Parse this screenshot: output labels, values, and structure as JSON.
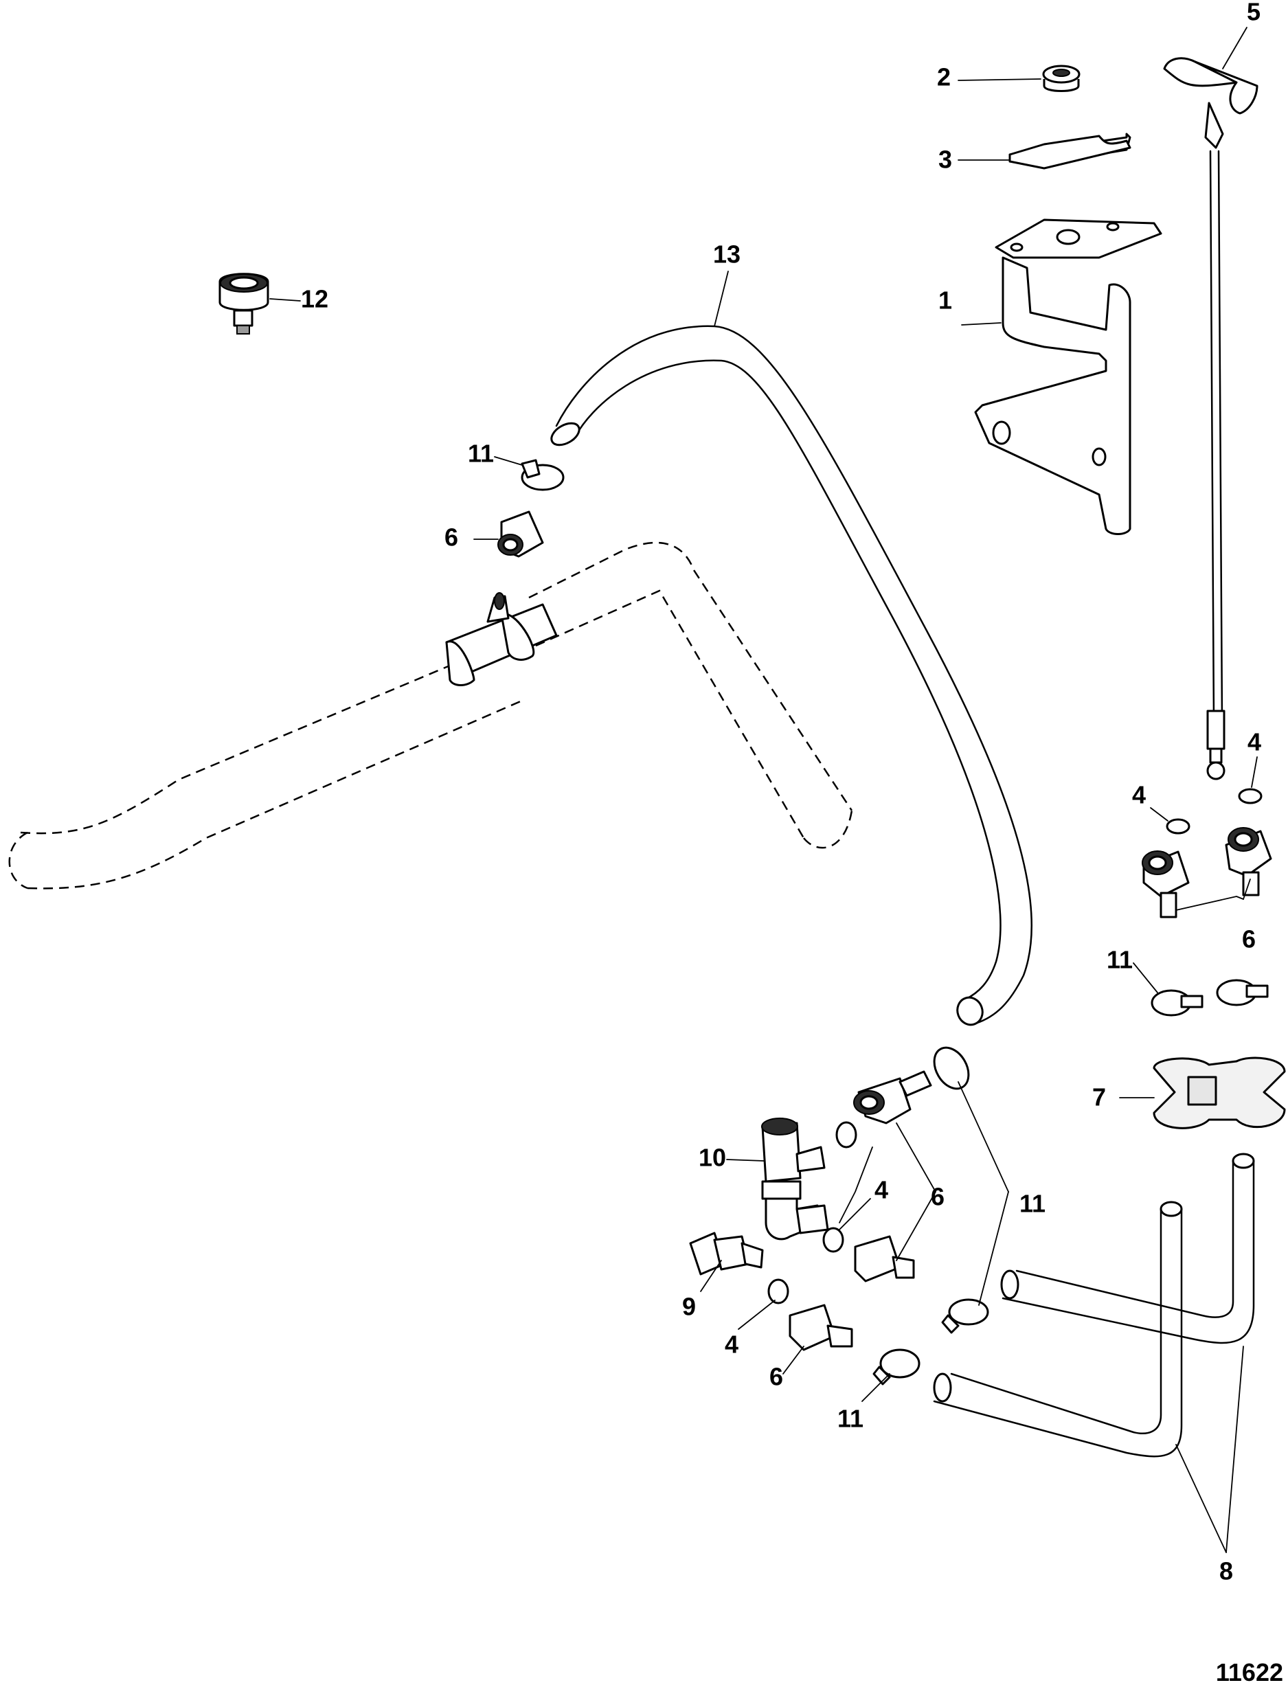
{
  "figure_id": "11622",
  "callouts": [
    {
      "id": "label-1",
      "text": "1"
    },
    {
      "id": "label-2",
      "text": "2"
    },
    {
      "id": "label-3",
      "text": "3"
    },
    {
      "id": "label-4a",
      "text": "4"
    },
    {
      "id": "label-4b",
      "text": "4"
    },
    {
      "id": "label-4c",
      "text": "4"
    },
    {
      "id": "label-4d",
      "text": "4"
    },
    {
      "id": "label-5",
      "text": "5"
    },
    {
      "id": "label-6a",
      "text": "6"
    },
    {
      "id": "label-6b",
      "text": "6"
    },
    {
      "id": "label-6c",
      "text": "6"
    },
    {
      "id": "label-6d",
      "text": "6"
    },
    {
      "id": "label-7",
      "text": "7"
    },
    {
      "id": "label-8",
      "text": "8"
    },
    {
      "id": "label-9",
      "text": "9"
    },
    {
      "id": "label-10",
      "text": "10"
    },
    {
      "id": "label-11a",
      "text": "11"
    },
    {
      "id": "label-11b",
      "text": "11"
    },
    {
      "id": "label-11c",
      "text": "11"
    },
    {
      "id": "label-11d",
      "text": "11"
    },
    {
      "id": "label-12",
      "text": "12"
    },
    {
      "id": "label-13",
      "text": "13"
    }
  ]
}
